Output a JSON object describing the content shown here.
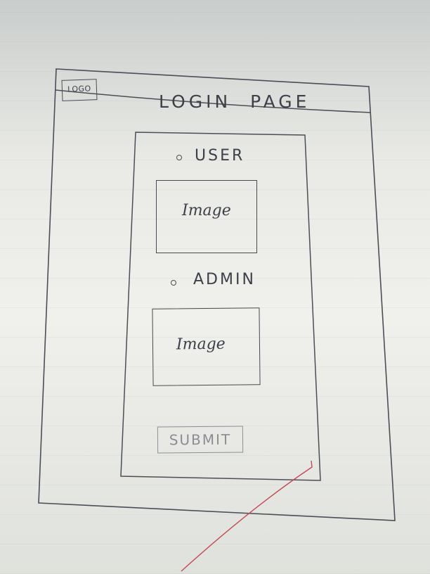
{
  "page": {
    "logo_label": "LOGO",
    "title": "LOGIN PAGE"
  },
  "login_form": {
    "options": [
      {
        "label": "USER",
        "image_label": "Image"
      },
      {
        "label": "ADMIN",
        "image_label": "Image"
      }
    ],
    "submit_label": "SUBMIT"
  }
}
